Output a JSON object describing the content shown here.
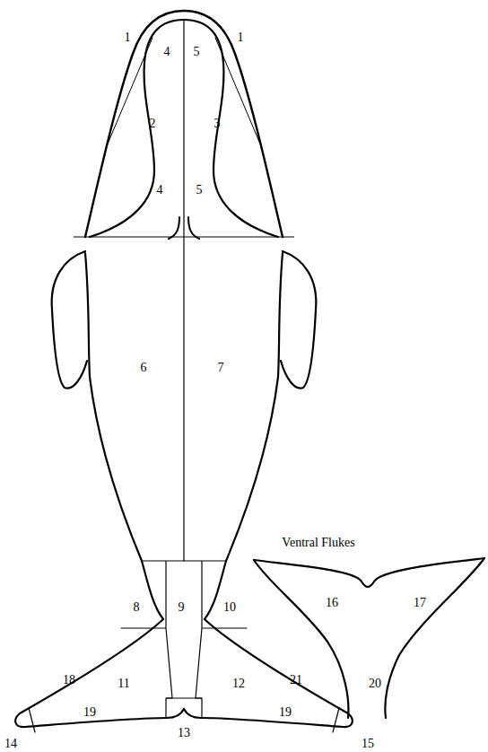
{
  "diagram": {
    "labels": [
      "1",
      "4",
      "5",
      "1",
      "2",
      "3",
      "4",
      "5",
      "6",
      "7",
      "Ventral Flukes",
      "16",
      "17",
      "8",
      "9",
      "10",
      "20",
      "18",
      "11",
      "12",
      "21",
      "19",
      "19",
      "13",
      "14",
      "15"
    ]
  }
}
